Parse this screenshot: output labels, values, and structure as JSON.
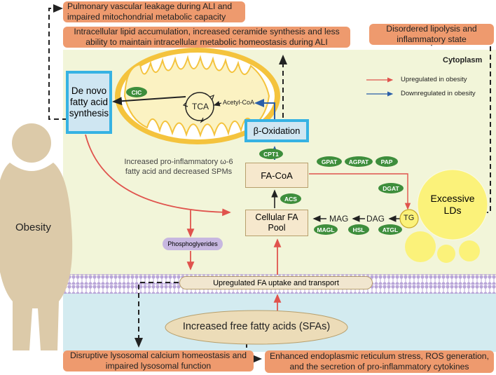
{
  "outcomes": {
    "vascular": "Pulmonary vascular leakage during ALI and impaired mitochondrial metabolic capacity",
    "lipid": "Intracellular lipid accumulation, increased ceramide synthesis and less ability to maintain intracellular metabolic homeostasis during ALI",
    "lipolysis": "Disordered lipolysis and inflammatory state",
    "lysosomal": "Disruptive lysosomal calcium homeostasis and impaired lysosomal function",
    "er_stress": "Enhanced endoplasmic reticulum stress, ROS generation, and  the secretion of pro-inflammatory cytokines"
  },
  "cytoplasm_label": "Cytoplasm",
  "legend": {
    "up": "Upregulated in obesity",
    "down": "Downregulated in obesity",
    "up_color": "#e0534d",
    "down_color": "#2a5ea8"
  },
  "nodes": {
    "de_novo": "De novo fatty acid synthesis",
    "tca": "TCA",
    "acetyl_coa": "Acetyl-CoA",
    "beta_ox": "β-Oxidation",
    "fa_coa": "FA-CoA",
    "fa_pool": "Cellular FA Pool",
    "mag": "MAG",
    "dag": "DAG",
    "tg": "TG",
    "excessive_lds": "Excessive LDs",
    "phospholipids": "Phosphoglyerides",
    "obesity": "Obesity",
    "uptake": "Upregulated FA uptake and transport",
    "free_fa": "Increased free fatty acids (SFAs)",
    "pro_inflammatory": "Increased pro-inflammatory ω-6 fatty acid and decreased SPMs"
  },
  "enzymes": {
    "cic": "CIC",
    "cpt1": "CPT1",
    "acs": "ACS",
    "gpat": "GPAT",
    "agpat": "AGPAT",
    "pap": "PAP",
    "dgat": "DGAT",
    "magl": "MAGL",
    "hsl": "HSL",
    "atgl": "ATGL"
  },
  "colors": {
    "outcome_bg": "#ee9a6e",
    "cytoplasm_bg": "#f2f5d9",
    "extracellular_bg": "#d3ebf0",
    "enzyme_green": "#3e8e3c",
    "node_box": "#f6e8cd",
    "highlight_blue": "#36b2e3",
    "mito_yellow": "#f4c33d",
    "lipid_droplet": "#fbf27a",
    "membrane": "#b9a6d8"
  }
}
